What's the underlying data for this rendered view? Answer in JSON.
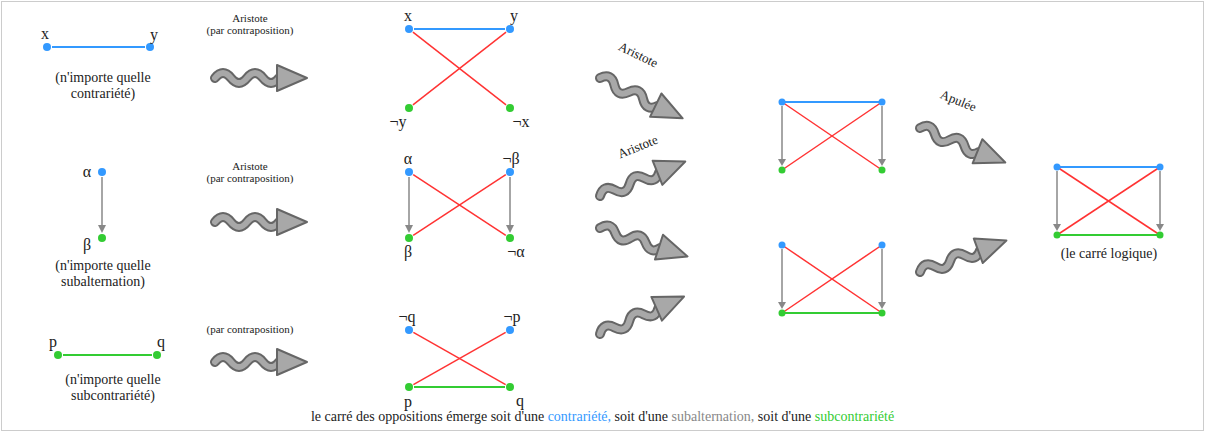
{
  "diagram": {
    "caption": "le carré des oppositions émerge soit d'une contrariété, soit d'une subalternation, soit d'une subcontrariété",
    "nodes": [
      {
        "text": [
          "x"
        ]
      },
      {
        "text": [
          "y"
        ]
      },
      {
        "text": [
          "x"
        ]
      },
      {
        "text": [
          "y"
        ]
      },
      {
        "text": [
          "¬y"
        ]
      },
      {
        "text": [
          "¬x"
        ]
      },
      {
        "text": [
          "α"
        ]
      },
      {
        "text": [
          "β"
        ]
      },
      {
        "text": [
          "α"
        ]
      },
      {
        "text": [
          "¬β"
        ]
      },
      {
        "text": [
          "β"
        ]
      },
      {
        "text": [
          "¬α"
        ]
      },
      {
        "text": [
          "p"
        ]
      },
      {
        "text": [
          "q"
        ]
      },
      {
        "text": [
          "¬q"
        ]
      },
      {
        "text": [
          "¬p"
        ]
      },
      {
        "text": [
          "p"
        ]
      },
      {
        "text": [
          "q"
        ]
      }
    ],
    "edges": [
      {
        "from": 0,
        "to": 1,
        "arrow": "none"
      },
      {
        "from": 2,
        "to": 3,
        "arrow": "none"
      },
      {
        "from": 2,
        "to": 5,
        "arrow": "none"
      },
      {
        "from": 3,
        "to": 4,
        "arrow": "none"
      },
      {
        "from": 6,
        "to": 7,
        "arrow": "to"
      },
      {
        "from": 8,
        "to": 10,
        "arrow": "to"
      },
      {
        "from": 9,
        "to": 11,
        "arrow": "to"
      },
      {
        "from": 8,
        "to": 11,
        "arrow": "none"
      },
      {
        "from": 9,
        "to": 10,
        "arrow": "none"
      },
      {
        "from": 12,
        "to": 13,
        "arrow": "none"
      },
      {
        "from": 14,
        "to": 17,
        "arrow": "none"
      },
      {
        "from": 15,
        "to": 16,
        "arrow": "none"
      },
      {
        "from": 16,
        "to": 17,
        "arrow": "none"
      }
    ],
    "labels": [
      "Aristote (par contraposition)",
      "(n'importe quelle contrariété)",
      "Aristote",
      "Aristote (par contraposition)",
      "(n'importe quelle subalternation)",
      "Aristote",
      "Apulée",
      "(le carré logique)",
      "(par contraposition)",
      "(n'importe quelle subcontrariété)"
    ]
  }
}
